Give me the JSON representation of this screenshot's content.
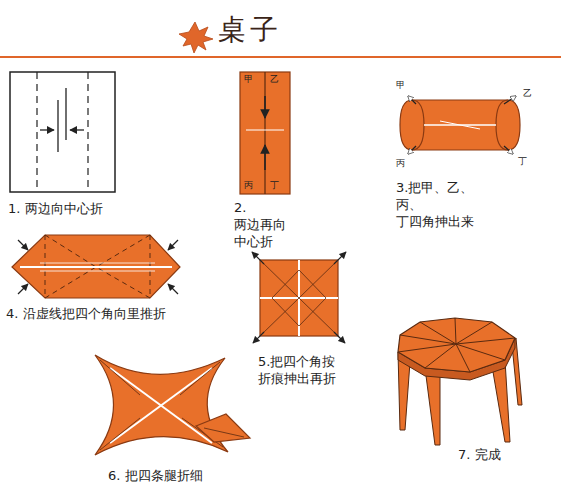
{
  "diagram": {
    "title": "桌子",
    "labels": [
      "1. 两边向中心折",
      "甲",
      "乙",
      "丙",
      "丁",
      "2. 两边再向 中心折",
      "甲",
      "乙",
      "丙",
      "丁",
      "3.把甲、乙、丙、 丁四角抻出来",
      "4. 沿虚线把四个角向里推折",
      "5.把四个角按 折痕抻出再折",
      "6. 把四条腿折细",
      "7. 完成"
    ]
  }
}
